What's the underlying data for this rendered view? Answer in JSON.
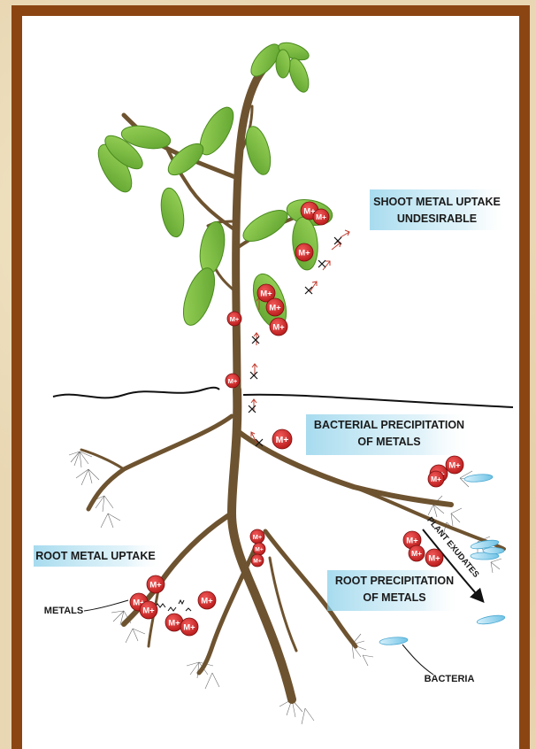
{
  "labels": {
    "shoot_line1": "SHOOT METAL UPTAKE",
    "shoot_line2": "UNDESIRABLE",
    "bact_line1": "BACTERIAL PRECIPITATION",
    "bact_line2": "OF METALS",
    "root_uptake": "ROOT METAL UPTAKE",
    "root_precip_line1": "ROOT PRECIPITATION",
    "root_precip_line2": "OF METALS",
    "metals": "METALS",
    "bacteria": "BACTERIA",
    "plant_exudates": "PLANT EXUDATES"
  },
  "ion_label": "M+",
  "colors": {
    "frame": "#8b4513",
    "background": "#e9d7b3",
    "stem": "#6e5330",
    "leaf": "#7cc242",
    "ion": "#d42a2a",
    "label_highlight": "#78c8e6",
    "bacteria": "#8fd3f0"
  }
}
